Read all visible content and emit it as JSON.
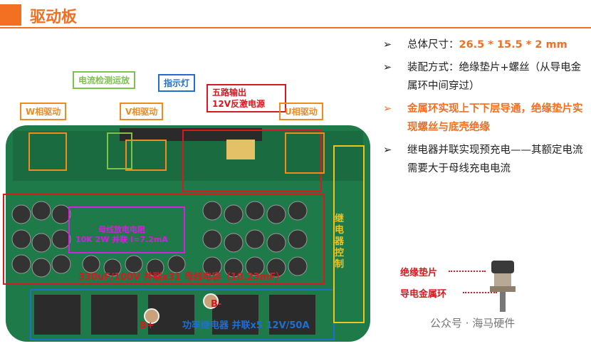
{
  "title": "驱动板",
  "annotations": {
    "current_detect": "电流检测运放",
    "indicator": "指示灯",
    "power_supply_line1": "五路输出",
    "power_supply_line2": "12V反激电源",
    "w_phase": "W相驱动",
    "v_phase": "V相驱动",
    "u_phase": "U相驱动",
    "relay_ctrl": "继电器控制",
    "discharge_line1": "母线放电电阻",
    "discharge_line2": "10K 2W 并联 I=7.2mA",
    "capacitors": "330uF/100V 并联x31 母线电容（10.23mF）",
    "relays": "功率继电器 并联x5 12V/50A",
    "b_plus": "B+",
    "b_minus": "B-"
  },
  "bullets": [
    {
      "text": "总体尺寸：",
      "highlight": "26.5 * 15.5 * 2 mm"
    },
    {
      "text": "装配方式：绝缘垫片+螺丝（从导电金属环中间穿过）",
      "highlight": ""
    },
    {
      "text": "",
      "highlight": "金属环实现上下下层导通，绝缘垫片实现螺丝与底壳绝缘"
    },
    {
      "text": "继电器并联实现预充电——其额定电流需要大于母线充电电流",
      "highlight": ""
    }
  ],
  "part_labels": {
    "washer": "绝缘垫片",
    "ring": "导电金属环"
  },
  "watermark": "公众号 · 海马硬件",
  "colors": {
    "accent": "#f36f21",
    "pcb": "#1f7a4a",
    "red_box": "#d71920",
    "green_box": "#7dc24a",
    "blue_box": "#1f6fd1",
    "orange_box": "#f08c1f",
    "magenta_box": "#d61ee0",
    "yellow_box": "#f3c31a"
  }
}
